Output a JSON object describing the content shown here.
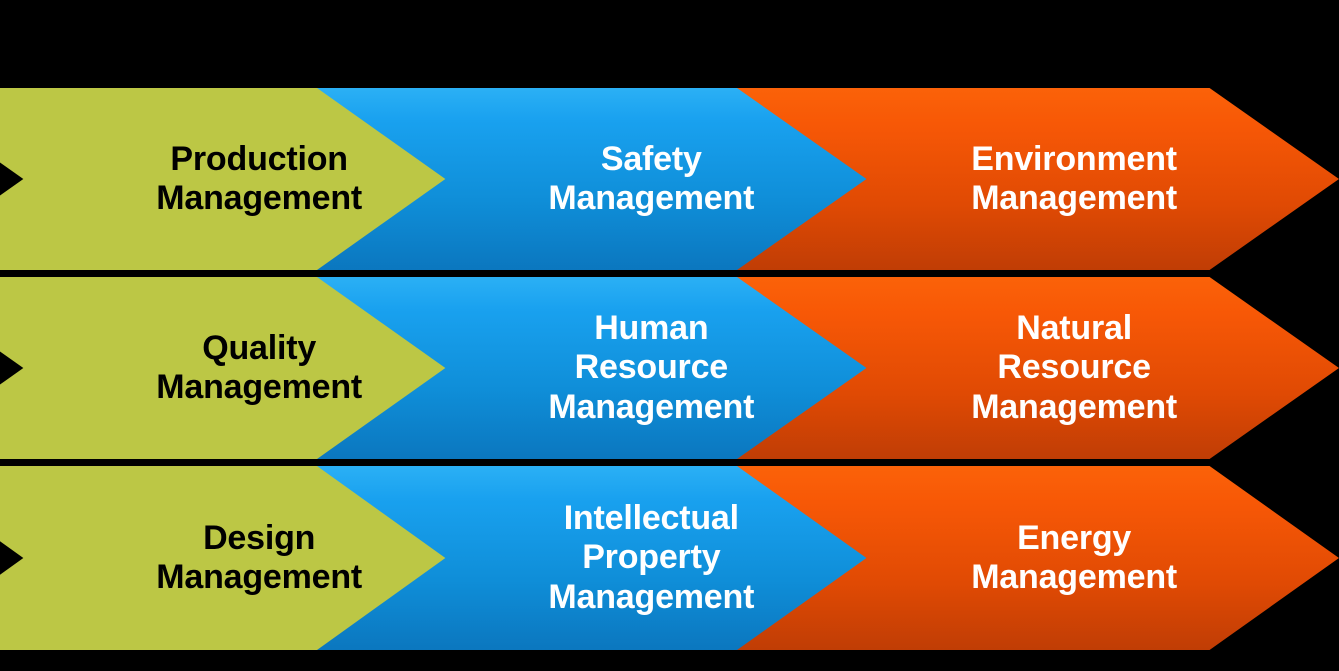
{
  "diagram": {
    "type": "chevron-matrix",
    "background_color": "#000000",
    "columns": [
      {
        "id": "production-column",
        "fill_color": "#bcc745",
        "text_color": "#000000",
        "gradient": false
      },
      {
        "id": "safety-column",
        "fill_color": "#19a1ef",
        "fill_color_end": "#0b77bf",
        "text_color": "#ffffff",
        "gradient": true
      },
      {
        "id": "environment-column",
        "fill_color": "#f75806",
        "fill_color_end": "#c03d05",
        "text_color": "#ffffff",
        "gradient": true
      }
    ],
    "cells": [
      {
        "id": "production-management",
        "column": 0,
        "row": 0,
        "label": "Production\nManagement"
      },
      {
        "id": "safety-management",
        "column": 1,
        "row": 0,
        "label": "Safety\nManagement"
      },
      {
        "id": "environment-management",
        "column": 2,
        "row": 0,
        "label": "Environment\nManagement"
      },
      {
        "id": "quality-management",
        "column": 0,
        "row": 1,
        "label": "Quality\nManagement"
      },
      {
        "id": "human-resource-management",
        "column": 1,
        "row": 1,
        "label": "Human\nResource\nManagement"
      },
      {
        "id": "natural-resource-management",
        "column": 2,
        "row": 1,
        "label": "Natural\nResource\nManagement"
      },
      {
        "id": "design-management",
        "column": 0,
        "row": 2,
        "label": "Design\nManagement"
      },
      {
        "id": "intellectual-property-management",
        "column": 1,
        "row": 2,
        "label": "Intellectual\nProperty\nManagement"
      },
      {
        "id": "energy-management",
        "column": 2,
        "row": 2,
        "label": "Energy\nManagement"
      }
    ]
  }
}
